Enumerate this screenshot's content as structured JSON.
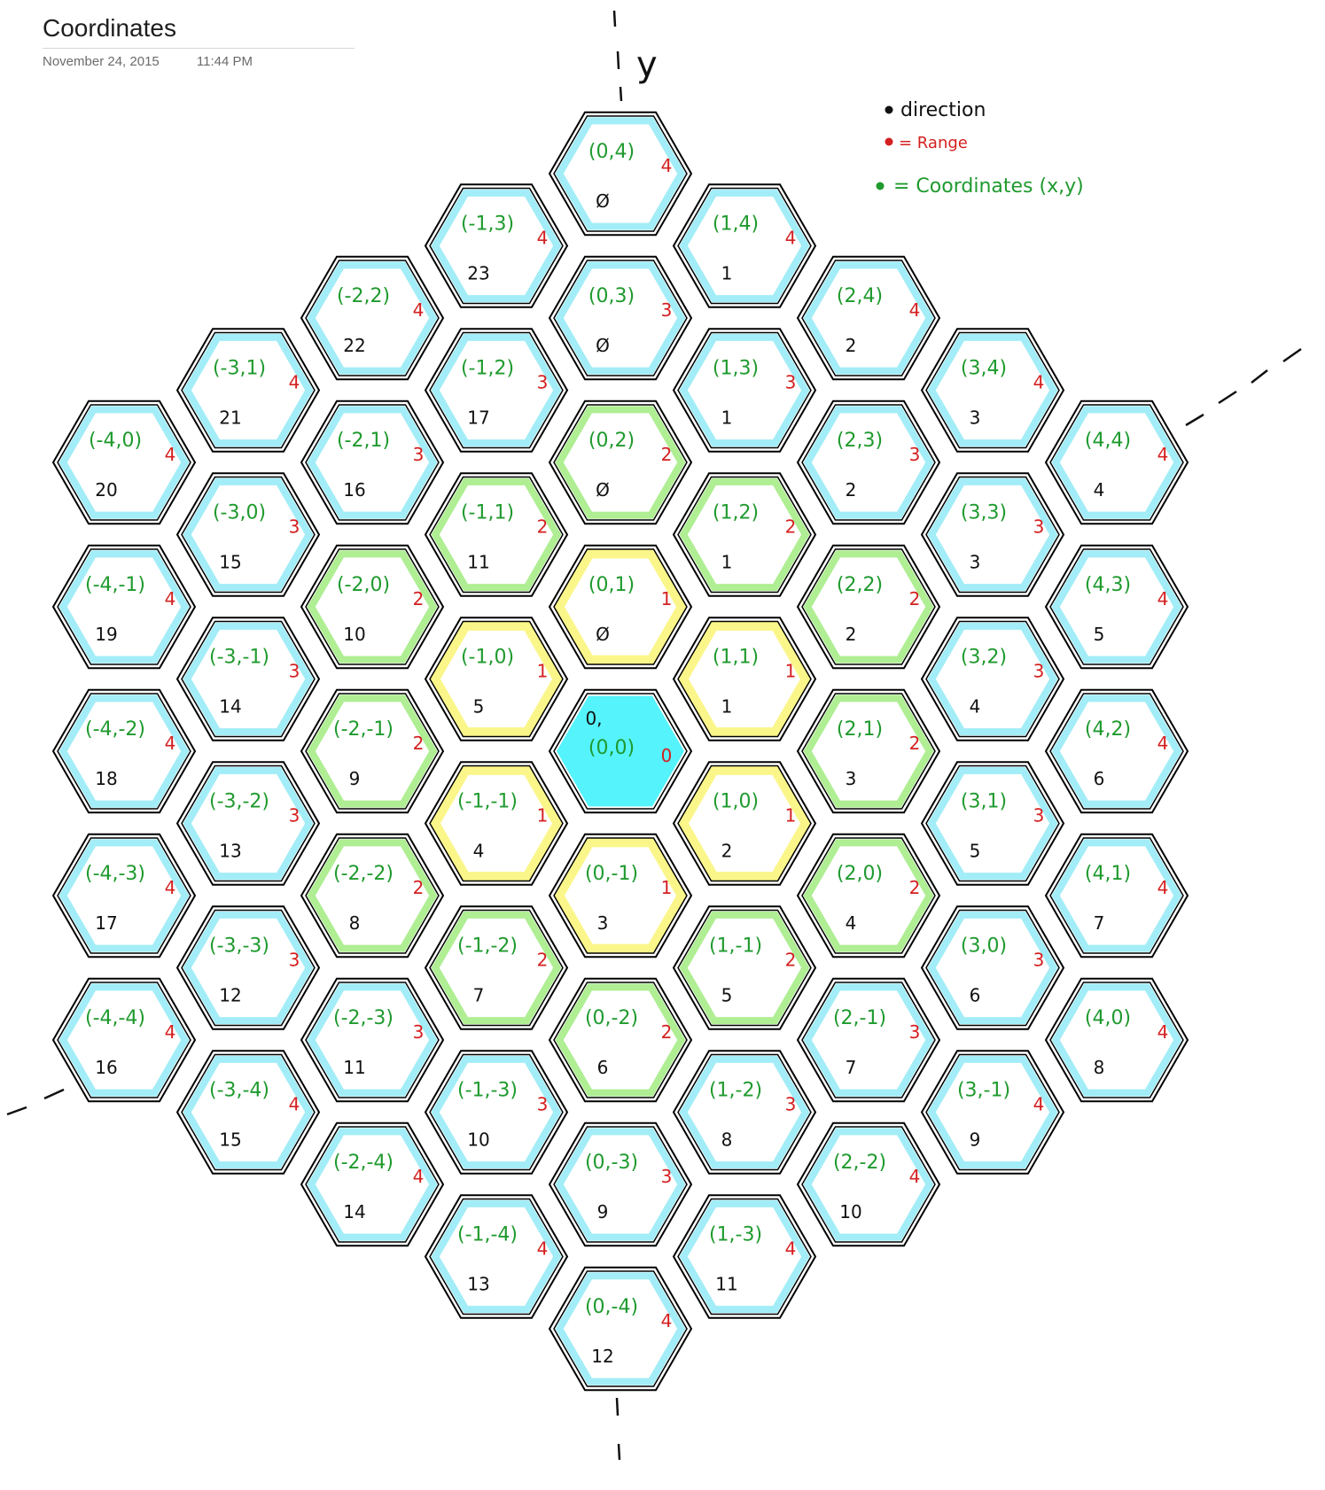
{
  "header": {
    "title": "Coordinates",
    "date": "November 24, 2015",
    "time": "11:44 PM"
  },
  "legend": [
    {
      "label": "direction",
      "color": "#111111"
    },
    {
      "label": "= Range",
      "color": "#d42020"
    },
    {
      "label": "= Coordinates (x,y)",
      "color": "#1f9a2e"
    }
  ],
  "axis": {
    "y_label": "y"
  },
  "ring_colors": {
    "1": "#f7ef2a",
    "2": "#6ee03a",
    "3": "#55dff0",
    "4": "#55dff0",
    "center": "#55f3fb"
  },
  "cells": [
    {
      "x": -4,
      "y": 0,
      "coord": "(-4,0)",
      "range": "4",
      "dir": "20"
    },
    {
      "x": -4,
      "y": -1,
      "coord": "(-4,-1)",
      "range": "4",
      "dir": "19"
    },
    {
      "x": -4,
      "y": -2,
      "coord": "(-4,-2)",
      "range": "4",
      "dir": "18"
    },
    {
      "x": -4,
      "y": -3,
      "coord": "(-4,-3)",
      "range": "4",
      "dir": "17"
    },
    {
      "x": -4,
      "y": -4,
      "coord": "(-4,-4)",
      "range": "4",
      "dir": "16"
    },
    {
      "x": -3,
      "y": 1,
      "coord": "(-3,1)",
      "range": "4",
      "dir": "21"
    },
    {
      "x": -3,
      "y": 0,
      "coord": "(-3,0)",
      "range": "3",
      "dir": "15"
    },
    {
      "x": -3,
      "y": -1,
      "coord": "(-3,-1)",
      "range": "3",
      "dir": "14"
    },
    {
      "x": -3,
      "y": -2,
      "coord": "(-3,-2)",
      "range": "3",
      "dir": "13"
    },
    {
      "x": -3,
      "y": -3,
      "coord": "(-3,-3)",
      "range": "3",
      "dir": "12"
    },
    {
      "x": -3,
      "y": -4,
      "coord": "(-3,-4)",
      "range": "4",
      "dir": "15"
    },
    {
      "x": -2,
      "y": 2,
      "coord": "(-2,2)",
      "range": "4",
      "dir": "22"
    },
    {
      "x": -2,
      "y": 1,
      "coord": "(-2,1)",
      "range": "3",
      "dir": "16"
    },
    {
      "x": -2,
      "y": 0,
      "coord": "(-2,0)",
      "range": "2",
      "dir": "10"
    },
    {
      "x": -2,
      "y": -1,
      "coord": "(-2,-1)",
      "range": "2",
      "dir": "9"
    },
    {
      "x": -2,
      "y": -2,
      "coord": "(-2,-2)",
      "range": "2",
      "dir": "8"
    },
    {
      "x": -2,
      "y": -3,
      "coord": "(-2,-3)",
      "range": "3",
      "dir": "11"
    },
    {
      "x": -2,
      "y": -4,
      "coord": "(-2,-4)",
      "range": "4",
      "dir": "14"
    },
    {
      "x": -1,
      "y": 3,
      "coord": "(-1,3)",
      "range": "4",
      "dir": "23"
    },
    {
      "x": -1,
      "y": 2,
      "coord": "(-1,2)",
      "range": "3",
      "dir": "17"
    },
    {
      "x": -1,
      "y": 1,
      "coord": "(-1,1)",
      "range": "2",
      "dir": "11"
    },
    {
      "x": -1,
      "y": 0,
      "coord": "(-1,0)",
      "range": "1",
      "dir": "5"
    },
    {
      "x": -1,
      "y": -1,
      "coord": "(-1,-1)",
      "range": "1",
      "dir": "4"
    },
    {
      "x": -1,
      "y": -2,
      "coord": "(-1,-2)",
      "range": "2",
      "dir": "7"
    },
    {
      "x": -1,
      "y": -3,
      "coord": "(-1,-3)",
      "range": "3",
      "dir": "10"
    },
    {
      "x": -1,
      "y": -4,
      "coord": "(-1,-4)",
      "range": "4",
      "dir": "13"
    },
    {
      "x": 0,
      "y": 4,
      "coord": "(0,4)",
      "range": "4",
      "dir": "Ø"
    },
    {
      "x": 0,
      "y": 3,
      "coord": "(0,3)",
      "range": "3",
      "dir": "Ø"
    },
    {
      "x": 0,
      "y": 2,
      "coord": "(0,2)",
      "range": "2",
      "dir": "Ø"
    },
    {
      "x": 0,
      "y": 1,
      "coord": "(0,1)",
      "range": "1",
      "dir": "Ø"
    },
    {
      "x": 0,
      "y": 0,
      "coord": "(0,0)",
      "range": "0",
      "dir": "0,"
    },
    {
      "x": 0,
      "y": -1,
      "coord": "(0,-1)",
      "range": "1",
      "dir": "3"
    },
    {
      "x": 0,
      "y": -2,
      "coord": "(0,-2)",
      "range": "2",
      "dir": "6"
    },
    {
      "x": 0,
      "y": -3,
      "coord": "(0,-3)",
      "range": "3",
      "dir": "9"
    },
    {
      "x": 0,
      "y": -4,
      "coord": "(0,-4)",
      "range": "4",
      "dir": "12"
    },
    {
      "x": 1,
      "y": 4,
      "coord": "(1,4)",
      "range": "4",
      "dir": "1"
    },
    {
      "x": 1,
      "y": 3,
      "coord": "(1,3)",
      "range": "3",
      "dir": "1"
    },
    {
      "x": 1,
      "y": 2,
      "coord": "(1,2)",
      "range": "2",
      "dir": "1"
    },
    {
      "x": 1,
      "y": 1,
      "coord": "(1,1)",
      "range": "1",
      "dir": "1"
    },
    {
      "x": 1,
      "y": 0,
      "coord": "(1,0)",
      "range": "1",
      "dir": "2"
    },
    {
      "x": 1,
      "y": -1,
      "coord": "(1,-1)",
      "range": "2",
      "dir": "5"
    },
    {
      "x": 1,
      "y": -2,
      "coord": "(1,-2)",
      "range": "3",
      "dir": "8"
    },
    {
      "x": 1,
      "y": -3,
      "coord": "(1,-3)",
      "range": "4",
      "dir": "11"
    },
    {
      "x": 2,
      "y": 4,
      "coord": "(2,4)",
      "range": "4",
      "dir": "2"
    },
    {
      "x": 2,
      "y": 3,
      "coord": "(2,3)",
      "range": "3",
      "dir": "2"
    },
    {
      "x": 2,
      "y": 2,
      "coord": "(2,2)",
      "range": "2",
      "dir": "2"
    },
    {
      "x": 2,
      "y": 1,
      "coord": "(2,1)",
      "range": "2",
      "dir": "3"
    },
    {
      "x": 2,
      "y": 0,
      "coord": "(2,0)",
      "range": "2",
      "dir": "4"
    },
    {
      "x": 2,
      "y": -1,
      "coord": "(2,-1)",
      "range": "3",
      "dir": "7"
    },
    {
      "x": 2,
      "y": -2,
      "coord": "(2,-2)",
      "range": "4",
      "dir": "10"
    },
    {
      "x": 3,
      "y": 4,
      "coord": "(3,4)",
      "range": "4",
      "dir": "3"
    },
    {
      "x": 3,
      "y": 3,
      "coord": "(3,3)",
      "range": "3",
      "dir": "3"
    },
    {
      "x": 3,
      "y": 2,
      "coord": "(3,2)",
      "range": "3",
      "dir": "4"
    },
    {
      "x": 3,
      "y": 1,
      "coord": "(3,1)",
      "range": "3",
      "dir": "5"
    },
    {
      "x": 3,
      "y": 0,
      "coord": "(3,0)",
      "range": "3",
      "dir": "6"
    },
    {
      "x": 3,
      "y": -1,
      "coord": "(3,-1)",
      "range": "4",
      "dir": "9"
    },
    {
      "x": 4,
      "y": 4,
      "coord": "(4,4)",
      "range": "4",
      "dir": "4"
    },
    {
      "x": 4,
      "y": 3,
      "coord": "(4,3)",
      "range": "4",
      "dir": "5"
    },
    {
      "x": 4,
      "y": 2,
      "coord": "(4,2)",
      "range": "4",
      "dir": "6"
    },
    {
      "x": 4,
      "y": 1,
      "coord": "(4,1)",
      "range": "4",
      "dir": "7"
    },
    {
      "x": 4,
      "y": 0,
      "coord": "(4,0)",
      "range": "4",
      "dir": "8"
    }
  ]
}
